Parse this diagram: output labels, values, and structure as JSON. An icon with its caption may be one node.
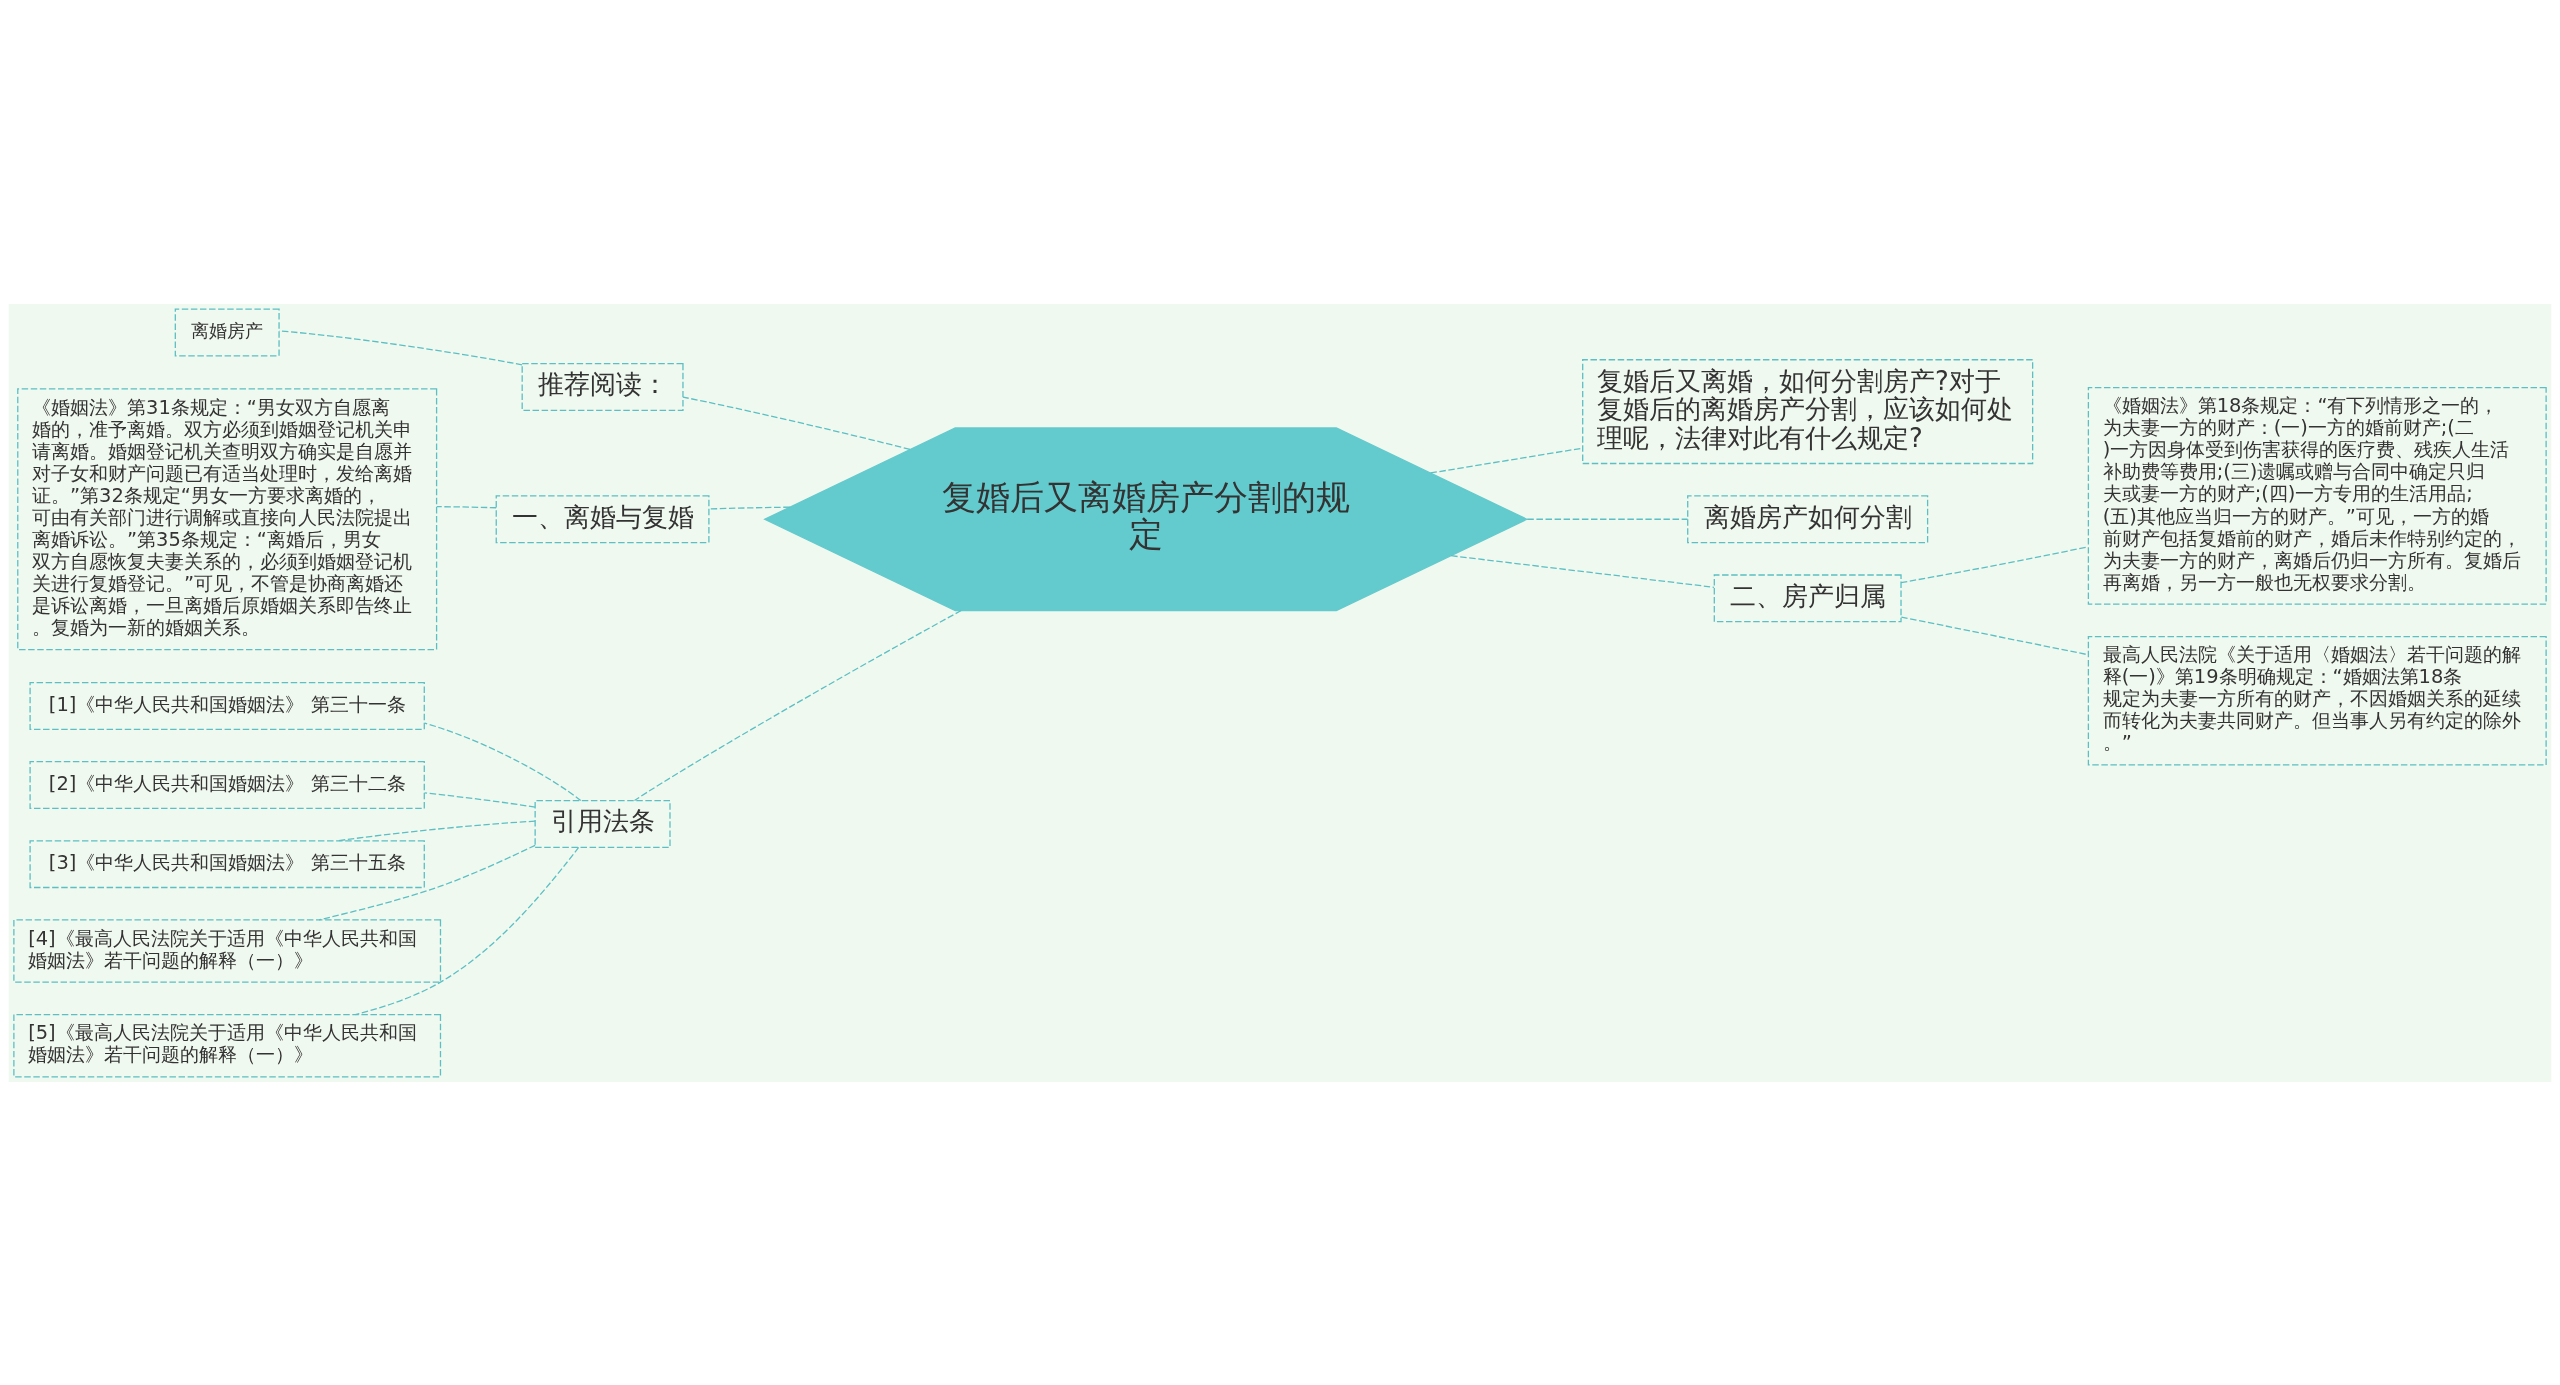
{
  "diagram": {
    "nodes": [
      {
        "text": [
          "复婚后又离婚房产分割的规定"
        ]
      },
      {
        "text": [
          "推荐阅读："
        ]
      },
      {
        "text": [
          "离婚房产"
        ]
      },
      {
        "text": [
          "一、离婚与复婚"
        ]
      },
      {
        "text": [
          "《婚姻法》第31条规定：“男女双方自愿离婚的，准予离婚。双方必须到婚姻登记机关申请离婚。婚姻登记机关查明双方确实是自愿并对子女和财产问题已有适当处理时，发给离婚证。”第32条规定“男女一方要求离婚的，可由有关部门进行调解或直接向人民法院提出离婚诉讼。”第35条规定：“离婚后，男女双方自愿恢复夫妻关系的，必须到婚姻登记机关进行复婚登记。”可见，不管是协商离婚还是诉讼离婚，一旦离婚后原婚姻关系即告终止。复婚为一新的婚姻关系。"
        ]
      },
      {
        "text": [
          "引用法条"
        ]
      },
      {
        "text": [
          "[1]《中华人民共和国婚姻法》 第三十一条"
        ]
      },
      {
        "text": [
          "[2]《中华人民共和国婚姻法》 第三十二条"
        ]
      },
      {
        "text": [
          "[3]《中华人民共和国婚姻法》 第三十五条"
        ]
      },
      {
        "text": [
          "[4]《最高人民法院关于适用《中华人民共和国婚姻法》若干问题的解释（一）》"
        ]
      },
      {
        "text": [
          "[5]《最高人民法院关于适用《中华人民共和国婚姻法》若干问题的解释（一）》"
        ]
      },
      {
        "text": [
          "复婚后又离婚，如何分割房产?对于复婚后的离婚房产分割，应该如何处理呢，法律对此有什么规定?"
        ]
      },
      {
        "text": [
          "离婚房产如何分割"
        ]
      },
      {
        "text": [
          "二、房产归属"
        ]
      },
      {
        "text": [
          "《婚姻法》第18条规定：“有下列情形之一的，为夫妻一方的财产：(一)一方的婚前财产;(二)一方因身体受到伤害获得的医疗费、残疾人生活补助费等费用;(三)遗嘱或赠与合同中确定只归夫或妻一方的财产;(四)一方专用的生活用品;(五)其他应当归一方的财产。”可见，一方的婚前财产包括复婚前的财产，婚后未作特别约定的，为夫妻一方的财产，离婚后仍归一方所有。复婚后再离婚，另一方一般也无权要求分割。"
        ]
      },
      {
        "text": [
          "最高人民法院《关于适用〈婚姻法〉若干问题的解释(一)》第19条明确规定：“婚姻法第18条规定为夫妻一方所有的财产，不因婚姻关系的延续而转化为夫妻共同财产。但当事人另有约定的除外。”"
        ]
      }
    ],
    "edges": [
      {
        "from": 0,
        "to": 1,
        "arrow": "none",
        "style": "dashed"
      },
      {
        "from": 1,
        "to": 2,
        "arrow": "none",
        "style": "dashed"
      },
      {
        "from": 0,
        "to": 3,
        "arrow": "none",
        "style": "dashed"
      },
      {
        "from": 3,
        "to": 4,
        "arrow": "none",
        "style": "dashed"
      },
      {
        "from": 0,
        "to": 5,
        "arrow": "none",
        "style": "dashed"
      },
      {
        "from": 5,
        "to": 6,
        "arrow": "none",
        "style": "dashed"
      },
      {
        "from": 5,
        "to": 7,
        "arrow": "none",
        "style": "dashed"
      },
      {
        "from": 5,
        "to": 8,
        "arrow": "none",
        "style": "dashed"
      },
      {
        "from": 5,
        "to": 9,
        "arrow": "none",
        "style": "dashed"
      },
      {
        "from": 5,
        "to": 10,
        "arrow": "none",
        "style": "dashed"
      },
      {
        "from": 0,
        "to": 11,
        "arrow": "none",
        "style": "dashed"
      },
      {
        "from": 0,
        "to": 12,
        "arrow": "none",
        "style": "dashed"
      },
      {
        "from": 0,
        "to": 13,
        "arrow": "none",
        "style": "dashed"
      },
      {
        "from": 13,
        "to": 14,
        "arrow": "none",
        "style": "dashed"
      },
      {
        "from": 13,
        "to": 15,
        "arrow": "none",
        "style": "dashed"
      }
    ]
  }
}
